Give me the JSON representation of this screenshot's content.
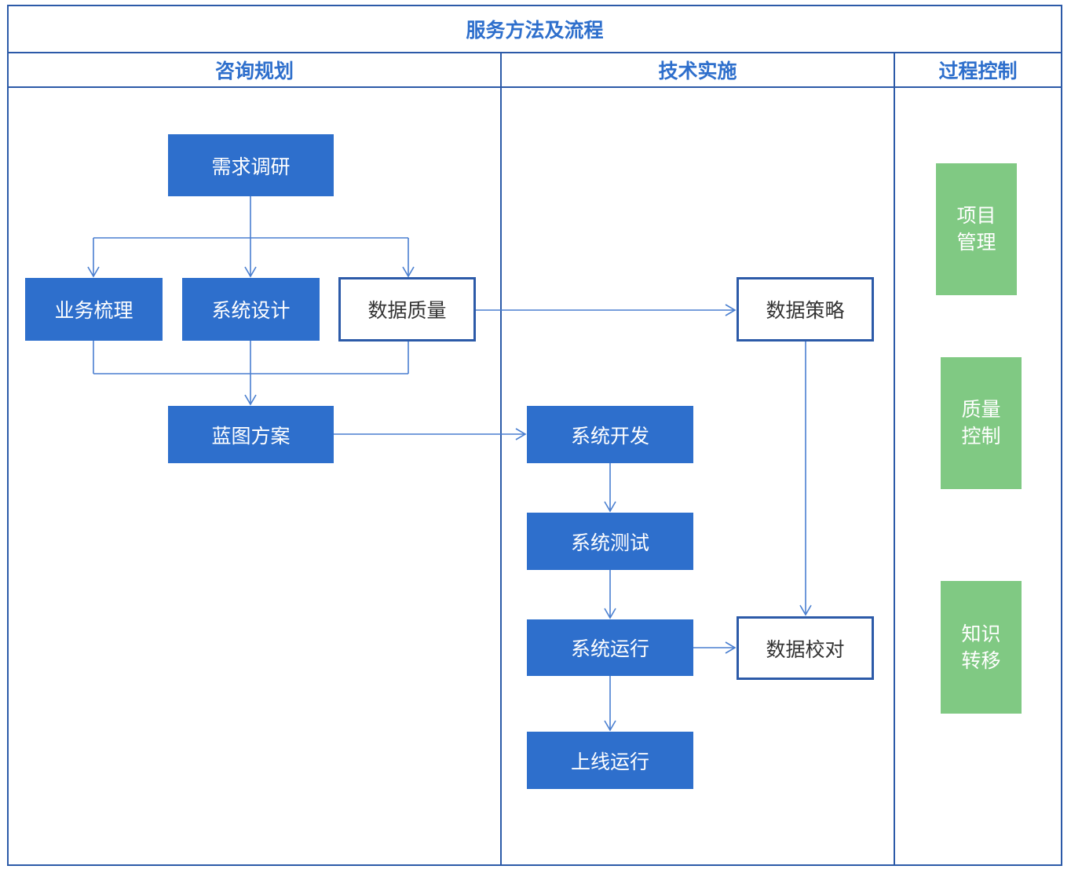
{
  "title": "服务方法及流程",
  "columns": {
    "consulting": "咨询规划",
    "implementation": "技术实施",
    "control": "过程控制"
  },
  "nodes": {
    "requirements": "需求调研",
    "business": "业务梳理",
    "system_design": "系统设计",
    "data_quality": "数据质量",
    "blueprint": "蓝图方案",
    "data_strategy": "数据策略",
    "sys_dev": "系统开发",
    "sys_test": "系统测试",
    "sys_run": "系统运行",
    "go_live": "上线运行",
    "data_check": "数据校对"
  },
  "control_items": {
    "project_mgmt": [
      "项目",
      "管理"
    ],
    "quality_ctrl": [
      "质量",
      "控制"
    ],
    "knowledge": [
      "知识",
      "转移"
    ]
  },
  "colors": {
    "accent": "#2e6fcc",
    "outline": "#2c5aa8",
    "line": "#4a7fd0",
    "green": "#80c983"
  }
}
